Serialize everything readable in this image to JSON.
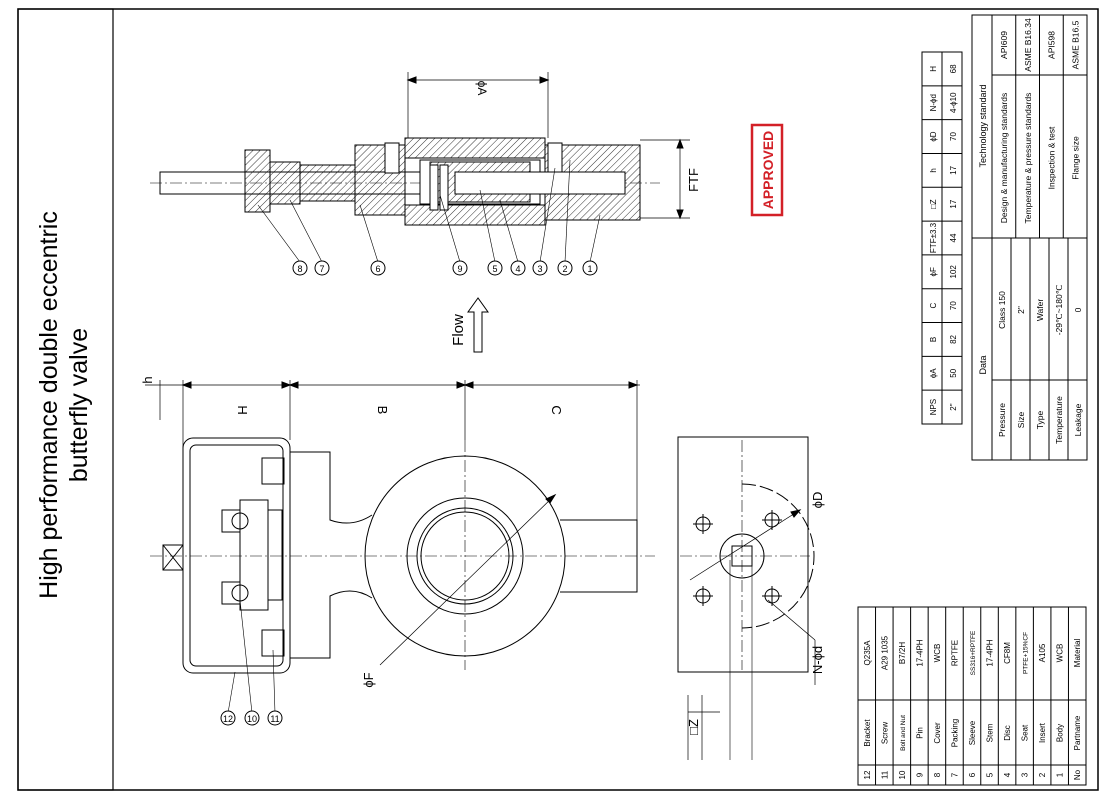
{
  "title_line1": "High performance double eccentric",
  "title_line2": "butterfly valve",
  "stamp": "APPROVED",
  "flow_label": "Flow",
  "dims": {
    "phiA": "ϕA",
    "FTF": "FTF",
    "H": "H",
    "B": "B",
    "C": "C",
    "h": "h",
    "phiD": "ϕD",
    "phiF": "ϕF",
    "NphiD": "N-ϕd",
    "Z": "□Z"
  },
  "balloons": [
    "8",
    "7",
    "6",
    "9",
    "5",
    "4",
    "3",
    "2",
    "1",
    "12",
    "10",
    "11"
  ],
  "size_table": {
    "headers": [
      "NPS",
      "ϕA",
      "B",
      "C",
      "ϕF",
      "FTF±3.3",
      "□Z",
      "h",
      "ϕD",
      "N-ϕd",
      "H"
    ],
    "row": [
      "2\"",
      "50",
      "82",
      "70",
      "102",
      "44",
      "17",
      "17",
      "70",
      "4-ϕ10",
      "68"
    ]
  },
  "data_table": {
    "title": "Data",
    "rows": [
      [
        "Pressure",
        "Class 150"
      ],
      [
        "Size",
        "2\""
      ],
      [
        "Type",
        "Wafer"
      ],
      [
        "Temperature",
        "-29℃~180℃"
      ],
      [
        "Leakage",
        "0"
      ]
    ]
  },
  "standard_table": {
    "title": "Technology standard",
    "rows": [
      [
        "Design & manufacturing standards",
        "API609"
      ],
      [
        "Temperature & pressure  standards",
        "ASME B16.34"
      ],
      [
        "Inspection & test",
        "API598"
      ],
      [
        "Flange size",
        "ASME B16.5"
      ]
    ]
  },
  "parts_table": {
    "rows": [
      [
        "12",
        "Bracket",
        "Q235A"
      ],
      [
        "11",
        "Screw",
        "A29 1035"
      ],
      [
        "10",
        "Bolt and Nut",
        "B7/2H"
      ],
      [
        "9",
        "Pin",
        "17-4PH"
      ],
      [
        "8",
        "Cover",
        "WCB"
      ],
      [
        "7",
        "Packing",
        "RPTFE"
      ],
      [
        "6",
        "Sleeve",
        "SS316+RPTFE"
      ],
      [
        "5",
        "Stem",
        "17-4PH"
      ],
      [
        "4",
        "Disc",
        "CF8M"
      ],
      [
        "3",
        "Seat",
        "PTFE+15%CF"
      ],
      [
        "2",
        "Insert",
        "A105"
      ],
      [
        "1",
        "Body",
        "WCB"
      ],
      [
        "No",
        "Partname",
        "Material"
      ]
    ]
  },
  "colors": {
    "stamp": "#d32027",
    "line": "#000000"
  }
}
